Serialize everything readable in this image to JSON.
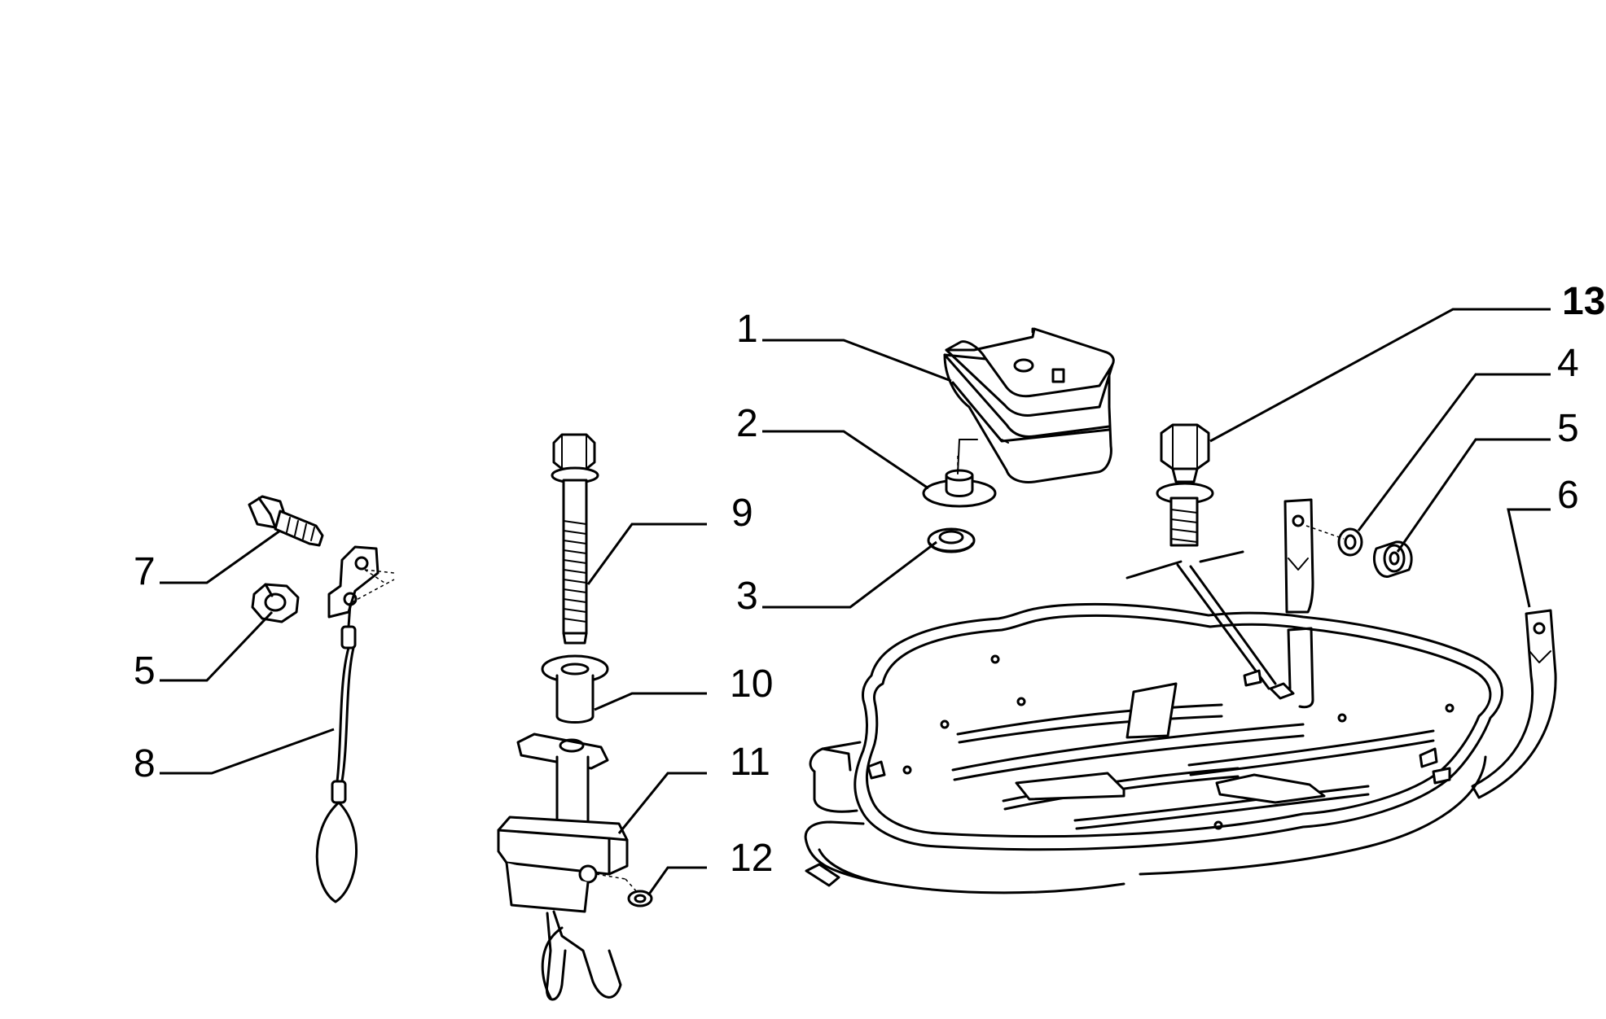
{
  "callouts": {
    "c1": "1",
    "c2": "2",
    "c3": "3",
    "c4": "4",
    "c5_right": "5",
    "c6": "6",
    "c7": "7",
    "c5_left": "5",
    "c8": "8",
    "c9": "9",
    "c10": "10",
    "c11": "11",
    "c12": "12",
    "c13": "13"
  }
}
